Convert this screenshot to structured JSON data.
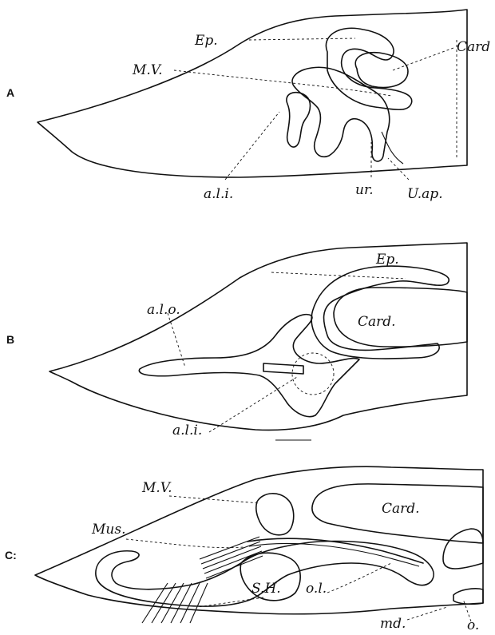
{
  "panels": [
    {
      "letter": "A",
      "labels": {
        "ep": "Ep.",
        "mv": "M.V.",
        "card": "Card",
        "ali": "a.l.i.",
        "ur": "ur.",
        "uap": "U.ap."
      }
    },
    {
      "letter": "B",
      "labels": {
        "ep": "Ep.",
        "alo": "a.l.o.",
        "card": "Card.",
        "ali": "a.l.i."
      }
    },
    {
      "letter": "C:",
      "labels": {
        "mv": "M.V.",
        "mus": "Mus.",
        "card": "Card.",
        "sh": "S.H.",
        "ol": "o.l.",
        "md": "md.",
        "o": "o."
      }
    }
  ]
}
